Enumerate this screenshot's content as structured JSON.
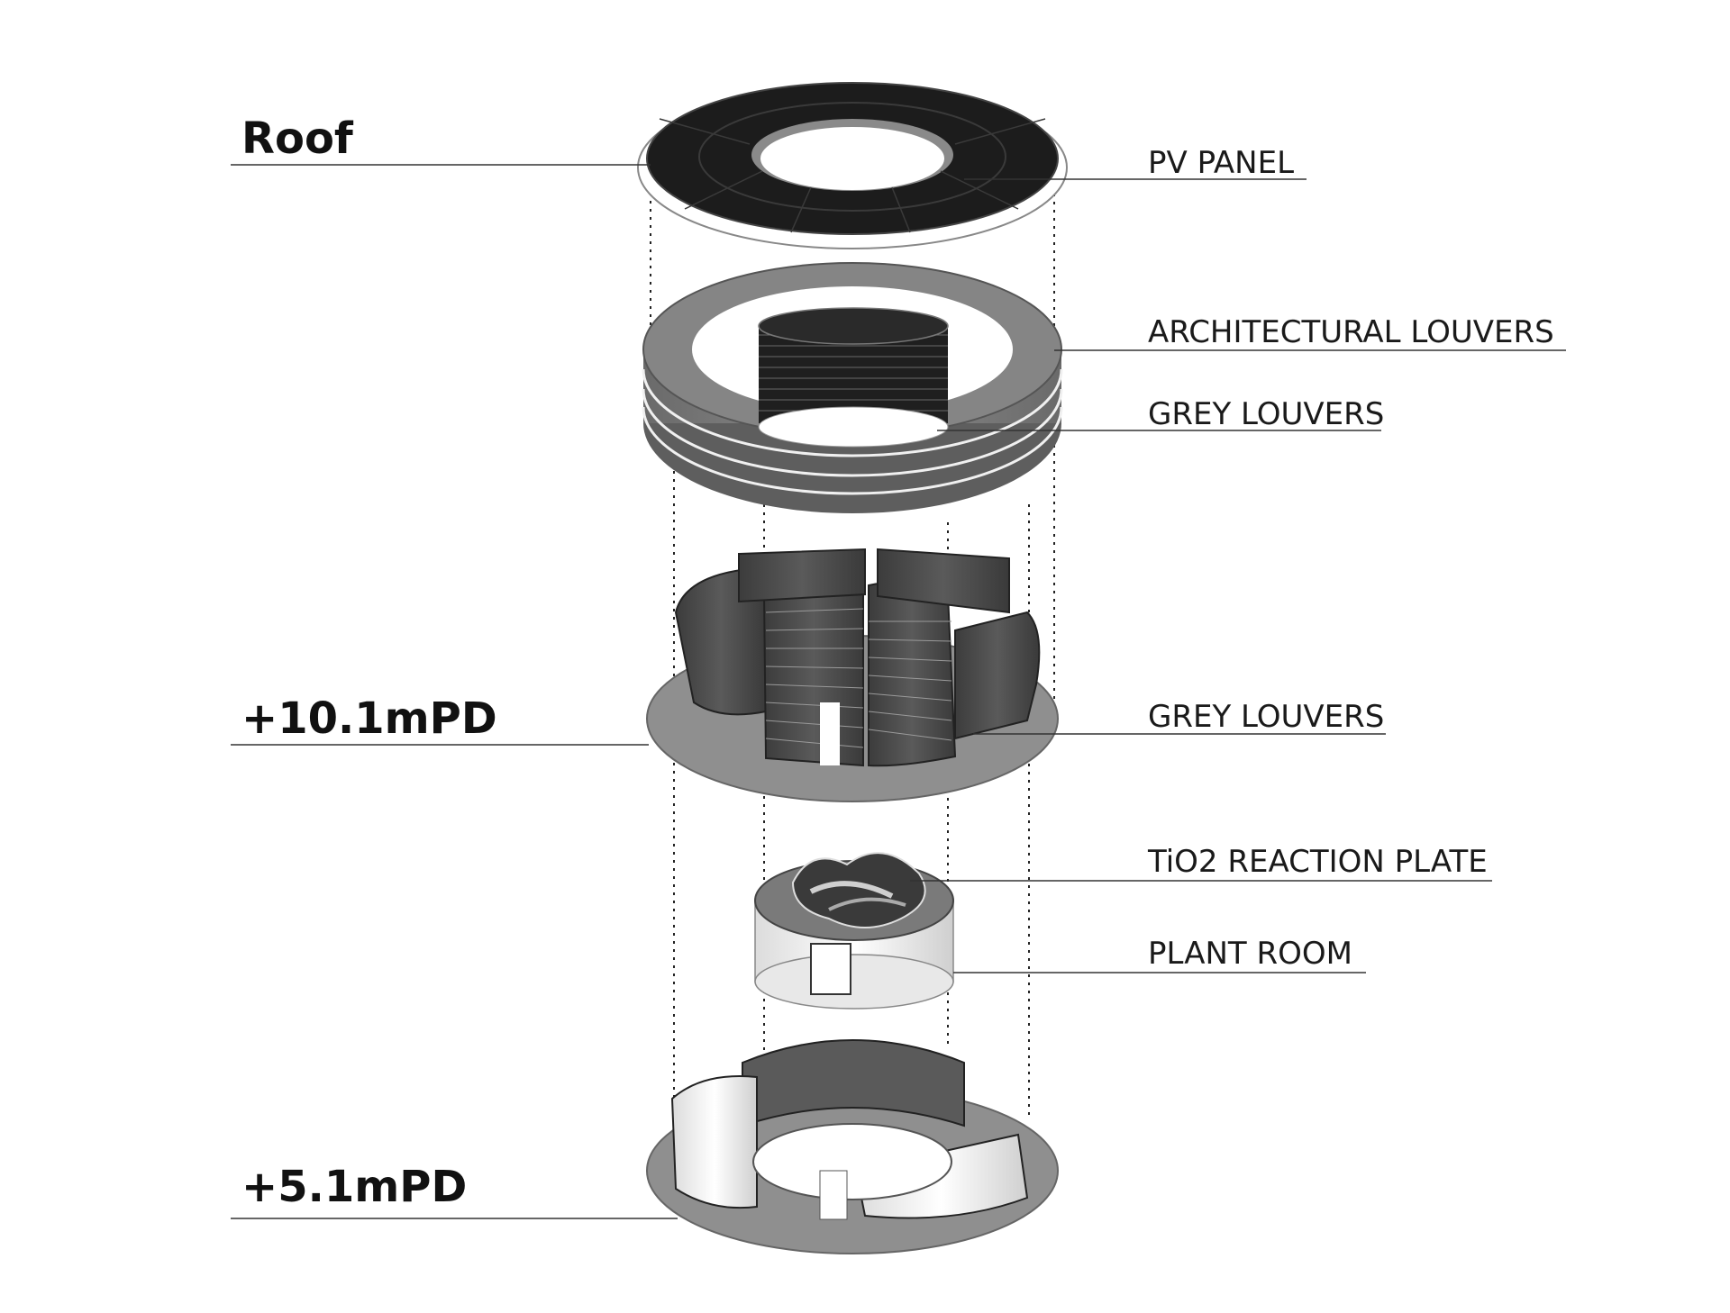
{
  "levels": {
    "roof": "Roof",
    "upper": "+10.1mPD",
    "lower": "+5.1mPD"
  },
  "components": {
    "pv_panel": "PV PANEL",
    "architectural_louvers": "ARCHITECTURAL LOUVERS",
    "grey_louvers_upper": "GREY LOUVERS",
    "grey_louvers_lower": "GREY LOUVERS",
    "tio2_plate": "TiO2 REACTION PLATE",
    "plant_room": "PLANT ROOM"
  },
  "colors": {
    "pv_dark": "#1c1c1c",
    "louver_grey": "#7a7a7a",
    "wall_dark": "#4e4e4e",
    "plate_grey": "#9a9a9a",
    "wall_light": "#f2f2f2"
  }
}
